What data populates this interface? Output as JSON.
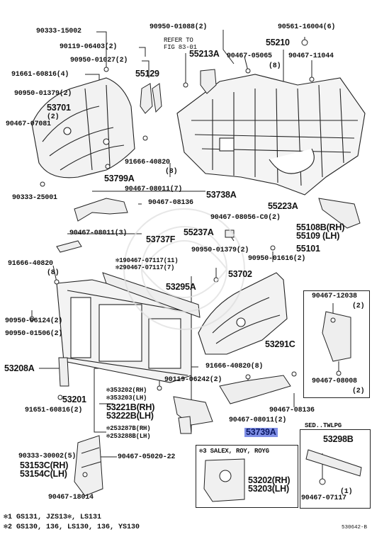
{
  "labels": {
    "p90333_15002": "90333-15002",
    "p90950_01088": "90950-01088(2)",
    "p90561_16004": "90561-16004(6)",
    "refer_to_l1": "REFER TO",
    "refer_to_l2": "FIG 83-01",
    "p55210": "55210",
    "p90119_06403": "90119-06403(2)",
    "p90950_01027": "90950-01027(2)",
    "p55213A": "55213A",
    "p90467_05065": "90467-05065",
    "p90467_05065_qty": "(8)",
    "p90467_11044": "90467-11044",
    "p91661_60816": "91661-60816(4)",
    "p55129": "55129",
    "p90950_01379_a": "90950-01379(2)",
    "p53701": "53701",
    "p53701_qty": "(2)",
    "p90467_07081": "90467-07081",
    "p91666_40820_a": "91666-40820",
    "p91666_40820_a_qty": "(8)",
    "p53799A": "53799A",
    "p90467_08011_7": "90467-08011(7)",
    "p53738A": "53738A",
    "p90333_25001": "90333-25001",
    "p90467_08136_a": "90467-08136",
    "p55223A": "55223A",
    "p90467_08056": "90467-08056-C0(2)",
    "p55108B": "55108B(RH)",
    "p55109": "55109 (LH)",
    "p90467_08011_3": "90467-08011(3)",
    "p53737F": "53737F",
    "p55237A": "55237A",
    "p55101": "55101",
    "p90950_01379_b": "90950-01379(2)",
    "p90950_01616": "90950-01616(2)",
    "p91666_40820_b": "91666-40820",
    "p91666_40820_b_qty": "(8)",
    "p190467_07117": "✻190467-07117(11)",
    "p290467_07117": "✻290467-07117(7)",
    "p53702": "53702",
    "p53295A": "53295A",
    "p90467_12038": "90467-12038",
    "p90467_12038_qty": "(2)",
    "p90950_06124": "90950-06124(2)",
    "p90950_01506": "90950-01506(2)",
    "p53291C": "53291C",
    "p53208A": "53208A",
    "p91666_40820_c": "91666-40820(8)",
    "p90467_08008": "90467-08008",
    "p90467_08008_qty": "(2)",
    "p90119_06242": "90119-06242(2)",
    "p53201": "53201",
    "p353202": "✻353202(RH)",
    "p353203": "✻353203(LH)",
    "p53221B": "53221B(RH)",
    "p53222B": "53222B(LH)",
    "p91651_60816": "91651-60816(2)",
    "p90467_08011_2": "90467-08011(2)",
    "p90467_08136_b": "90467-08136",
    "p253287B": "✻253287B(RH)",
    "p253288B": "✻253288B(LH)",
    "p53739A": "53739A",
    "sed_twlpg": "SED..TWLPG",
    "p53298B": "53298B",
    "p90333_30002": "90333-30002(5)",
    "p90467_05020": "90467-05020-22",
    "salex": "✻3 SALEX, ROY, ROYG",
    "p53153C": "53153C(RH)",
    "p53154C": "53154C(LH)",
    "p53202": "53202(RH)",
    "p53203": "53203(LH)",
    "p90467_18014": "90467-18014",
    "qty_1": "(1)",
    "p90467_07117": "90467-07117"
  },
  "footnotes": {
    "note1": "✻1 GS131, JZS13✻, LS131",
    "note2": "✻2 GS130, 136, LS130, 136, YS130",
    "fig_code": "530642-B"
  },
  "colors": {
    "ink": "#111111",
    "highlight": "#7f8fe6"
  }
}
